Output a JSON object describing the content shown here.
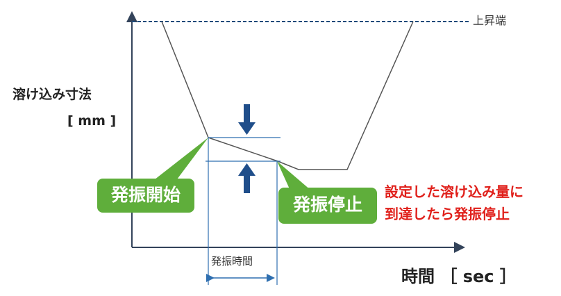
{
  "axes": {
    "y_label": "溶け込み寸法",
    "y_unit": "[ mm ]",
    "x_label": "時間 ［ sec ］"
  },
  "reference_line": {
    "label": "上昇端"
  },
  "callouts": {
    "start": "発振開始",
    "stop": "発振停止"
  },
  "duration_label": "発振時間",
  "note": {
    "line1": "設定した溶け込み量に",
    "line2": "到達したら発振停止"
  },
  "colors": {
    "axis": "#33435a",
    "reference": "#1f4a7a",
    "arrow": "#1f4e8a",
    "profile": "#555555",
    "callout_fill": "#5fae3b",
    "guide": "#2f6fb0",
    "note_text": "#e0201b"
  }
}
